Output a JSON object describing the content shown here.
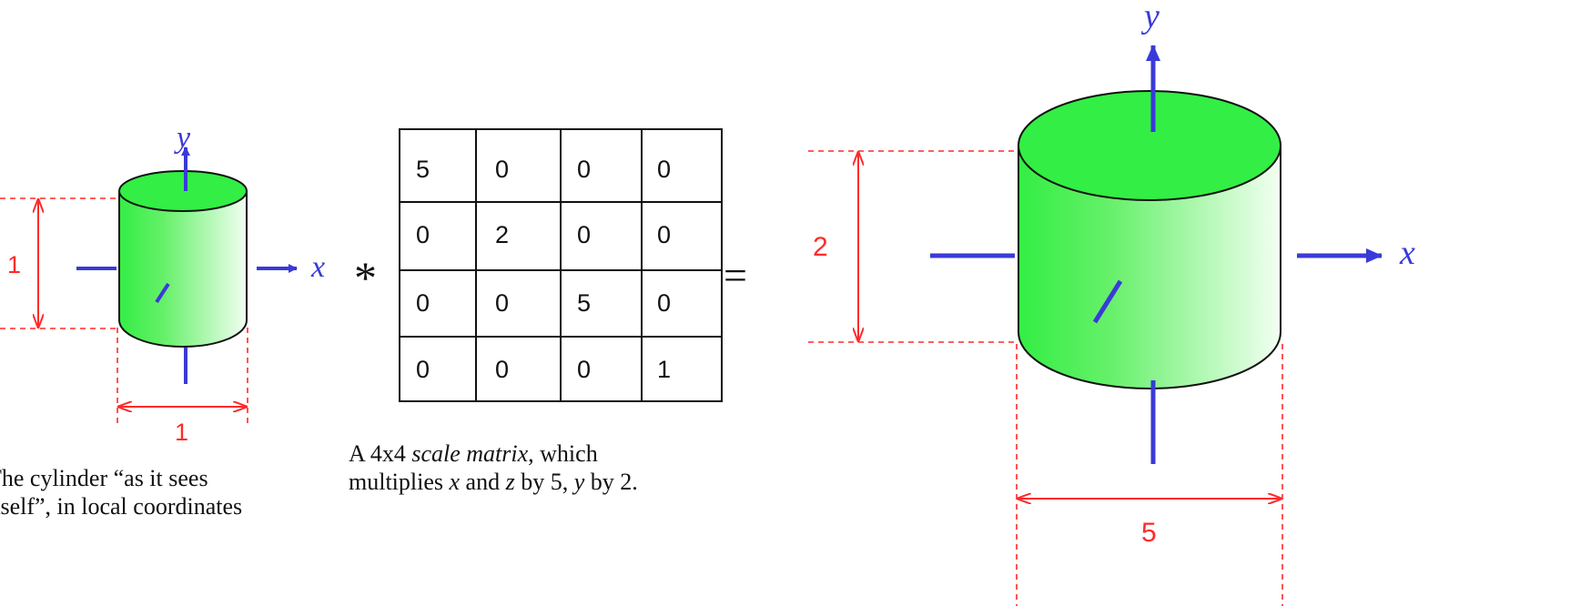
{
  "left_figure": {
    "axis_y_label": "y",
    "axis_x_label": "x",
    "height_label": "1",
    "width_label": "1",
    "caption_lines": [
      "The cylinder “as it sees",
      "itself”, in local coordinates"
    ]
  },
  "operators": {
    "multiply": "*",
    "equals": "="
  },
  "matrix": {
    "rows": [
      [
        "5",
        "0",
        "0",
        "0"
      ],
      [
        "0",
        "2",
        "0",
        "0"
      ],
      [
        "0",
        "0",
        "5",
        "0"
      ],
      [
        "0",
        "0",
        "0",
        "1"
      ]
    ],
    "caption": {
      "line1_a": "A 4x4 ",
      "line1_em": "scale matrix",
      "line1_b": ", which",
      "line2_a": "multiplies ",
      "line2_x": "x",
      "line2_b": " and ",
      "line2_z": "z",
      "line2_c": " by 5, ",
      "line2_y": "y",
      "line2_d": " by 2."
    }
  },
  "right_figure": {
    "axis_y_label": "y",
    "axis_x_label": "x",
    "height_label": "2",
    "width_label": "5"
  },
  "colors": {
    "axis": "#3a3ad8",
    "dimension": "#ff2a2a",
    "cylinder_top": "#33ee44",
    "cylinder_side_dark": "#33ee44",
    "cylinder_side_light": "#f2fff2"
  }
}
